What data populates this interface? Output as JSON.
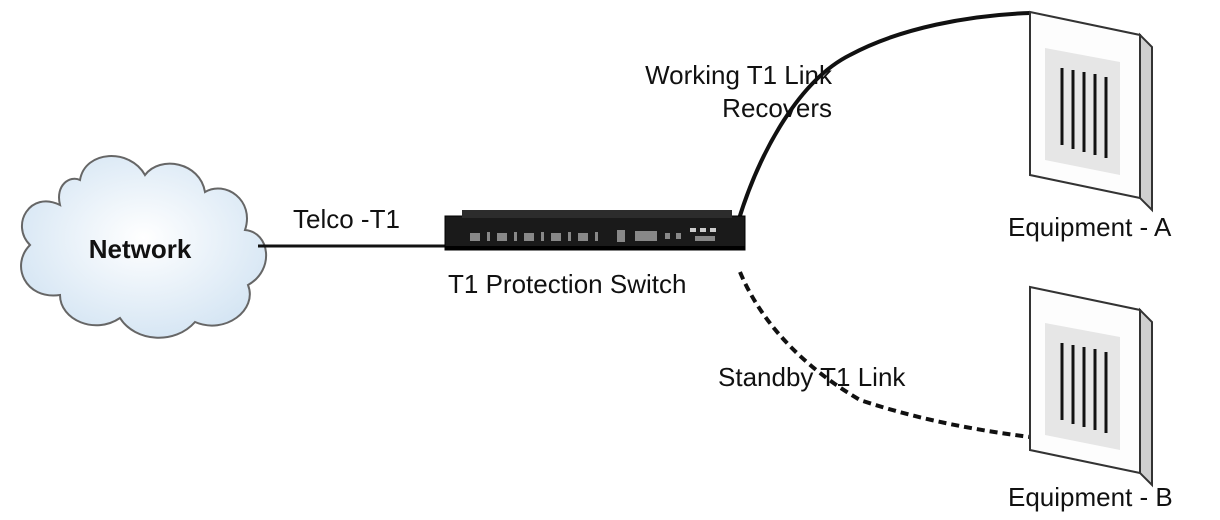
{
  "network": {
    "label": "Network"
  },
  "telco_link": {
    "label": "Telco -T1"
  },
  "switch": {
    "label": "T1 Protection Switch"
  },
  "working_link": {
    "label_line1": "Working T1 Link",
    "label_line2": "Recovers",
    "style": "solid"
  },
  "standby_link": {
    "label": "Standby T1 Link",
    "style": "dashed"
  },
  "equipment_a": {
    "label": "Equipment - A"
  },
  "equipment_b": {
    "label": "Equipment - B"
  },
  "colors": {
    "cloud_fill": "#dbe9f5",
    "cloud_stroke": "#666666",
    "line": "#111111",
    "switch_body": "#1a1a1a",
    "cabinet_face": "#fdfdfd",
    "cabinet_panel": "#e6e6e6"
  }
}
